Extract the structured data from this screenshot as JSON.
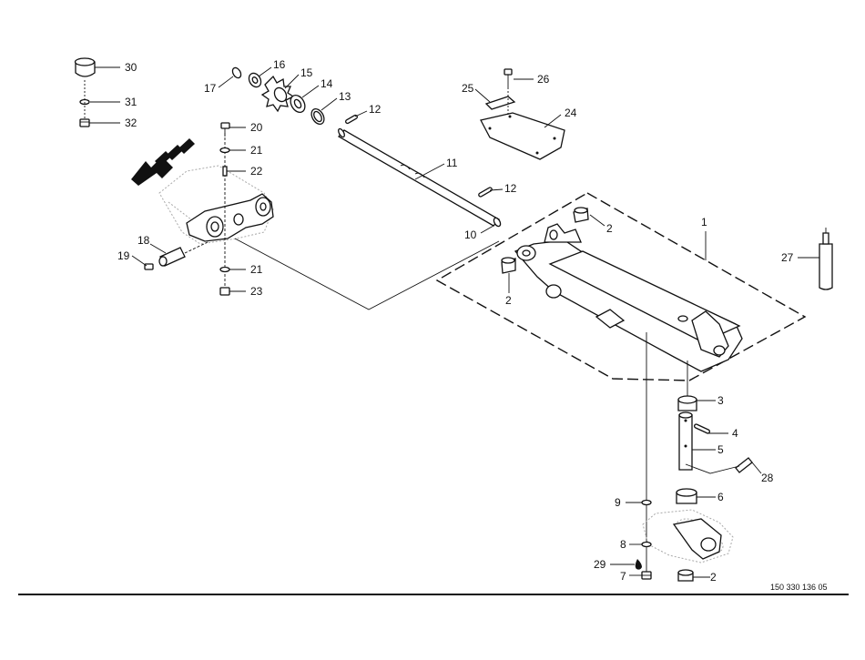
{
  "drawing": {
    "reference_number": "150 330 136 05",
    "callouts": {
      "c1": "1",
      "c2a": "2",
      "c2b": "2",
      "c2c": "2",
      "c3": "3",
      "c4": "4",
      "c5": "5",
      "c6": "6",
      "c7": "7",
      "c8": "8",
      "c9": "9",
      "c10": "10",
      "c11": "11",
      "c12a": "12",
      "c12b": "12",
      "c13": "13",
      "c14": "14",
      "c15": "15",
      "c16": "16",
      "c17": "17",
      "c18": "18",
      "c19": "19",
      "c20": "20",
      "c21a": "21",
      "c21b": "21",
      "c22": "22",
      "c23": "23",
      "c24": "24",
      "c25": "25",
      "c26": "26",
      "c27": "27",
      "c28": "28",
      "c29": "29",
      "c30": "30",
      "c31": "31",
      "c32": "32"
    }
  }
}
